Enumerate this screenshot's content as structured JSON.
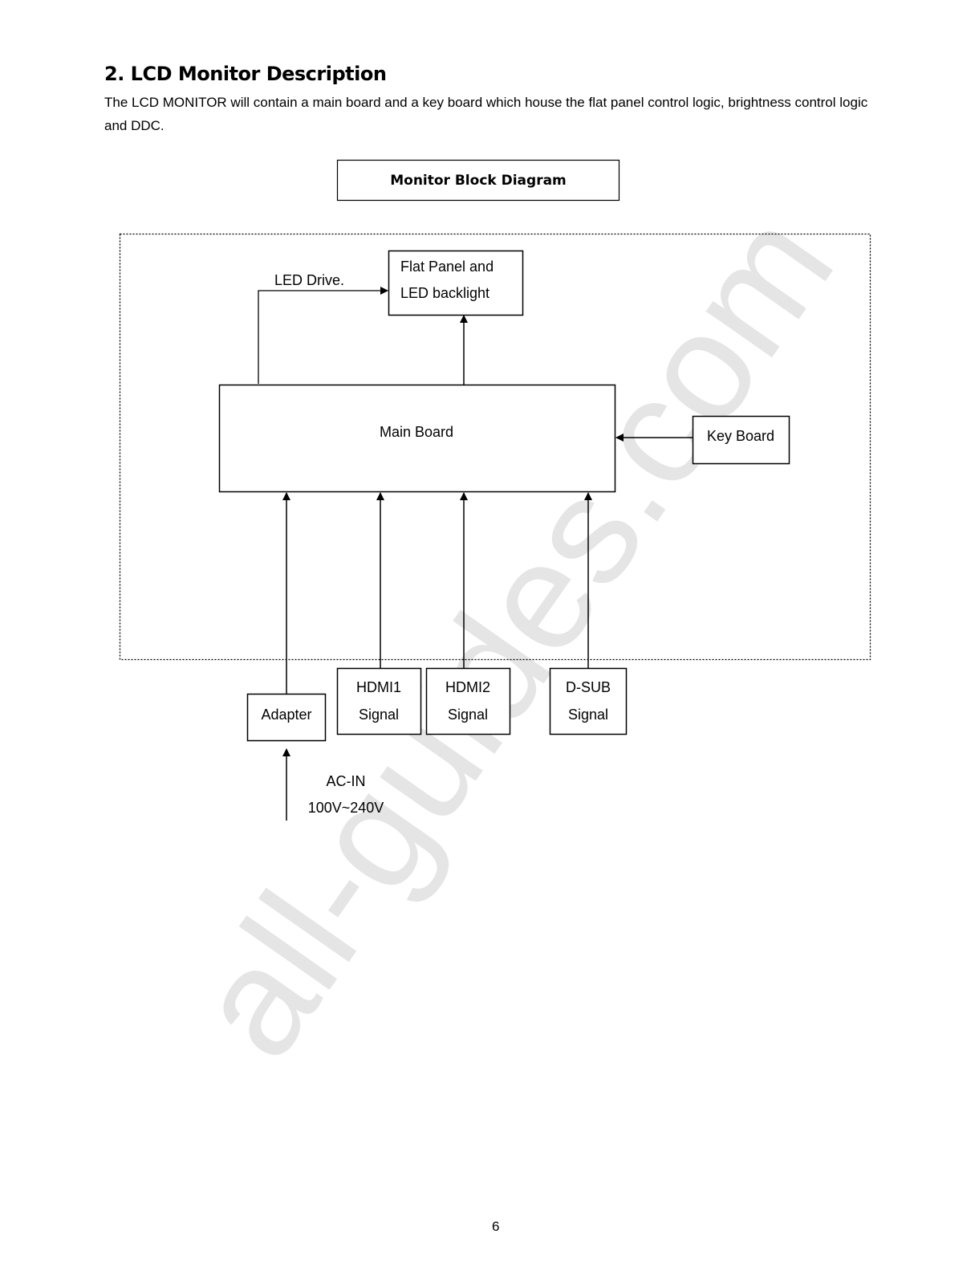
{
  "heading": "2. LCD Monitor Description",
  "paragraph": "The LCD MONITOR will contain a main board and a key board which house the flat panel control logic, brightness control logic and DDC.",
  "diagram": {
    "title": "Monitor Block Diagram",
    "flat_panel": [
      "Flat Panel and",
      "LED backlight"
    ],
    "led_drive": "LED Drive.",
    "main_board": "Main Board",
    "key_board": "Key Board",
    "adapter": "Adapter",
    "hdmi1": [
      "HDMI1",
      "Signal"
    ],
    "hdmi2": [
      "HDMI2",
      "Signal"
    ],
    "dsub": [
      "D-SUB",
      "Signal"
    ],
    "ac_in": [
      "AC-IN",
      "100V~240V"
    ]
  },
  "watermark": "all-guides.com",
  "page_number": "6"
}
